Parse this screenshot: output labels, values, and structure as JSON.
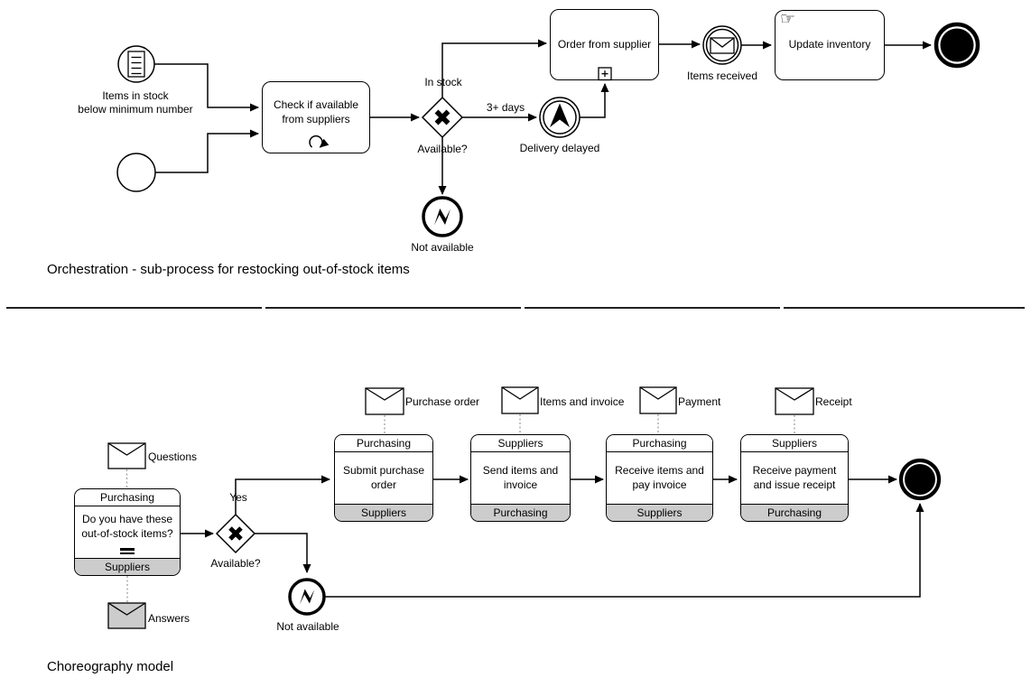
{
  "colors": {
    "stroke": "#000000",
    "band_gray": "#cccccc"
  },
  "orchestration": {
    "title": "Orchestration - sub-process for restocking out-of-stock items",
    "conditional_start_label_line1": "Items in stock",
    "conditional_start_label_line2": "below minimum number",
    "task_check_label": "Check if available from suppliers",
    "gateway_label": "Available?",
    "flow_label_in_stock": "In stock",
    "flow_label_delay": "3+ days",
    "delivery_delayed_label": "Delivery delayed",
    "subprocess_label": "Order from supplier",
    "items_received_label": "Items received",
    "task_update_label": "Update inventory",
    "not_available_label": "Not available",
    "manual_task_glyph": "☞"
  },
  "choreography": {
    "title": "Choreography model",
    "questions_label": "Questions",
    "answers_label": "Answers",
    "initial_task": {
      "initiator": "Purchasing",
      "body": "Do you have these out-of-stock items?",
      "responder": "Suppliers"
    },
    "gateway_label": "Available?",
    "flow_label_yes": "Yes",
    "not_available_label": "Not available",
    "tasks": [
      {
        "message": "Purchase order",
        "initiator": "Purchasing",
        "body": "Submit purchase order",
        "responder": "Suppliers"
      },
      {
        "message": "Items and invoice",
        "initiator": "Suppliers",
        "body": "Send items and invoice",
        "responder": "Purchasing"
      },
      {
        "message": "Payment",
        "initiator": "Purchasing",
        "body": "Receive items and pay invoice",
        "responder": "Suppliers"
      },
      {
        "message": "Receipt",
        "initiator": "Suppliers",
        "body": "Receive payment and issue receipt",
        "responder": "Purchasing"
      }
    ]
  }
}
